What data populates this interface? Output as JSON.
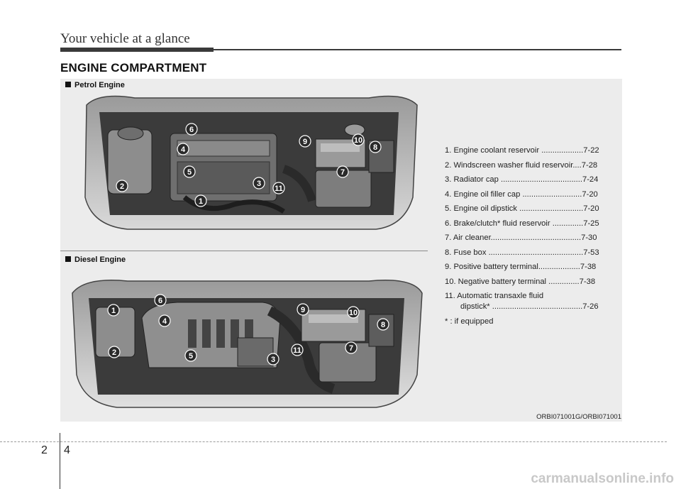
{
  "header": {
    "title": "Your vehicle at a glance"
  },
  "section": {
    "title": "ENGINE COMPARTMENT"
  },
  "petrol": {
    "label": "Petrol Engine"
  },
  "diesel": {
    "label": "Diesel Engine"
  },
  "legend": {
    "items": [
      "1. Engine coolant reservoir ...................7-22",
      "2. Windscreen washer fluid reservoir....7-28",
      "3. Radiator cap .....................................7-24",
      "4. Engine oil filler cap ...........................7-20",
      "5. Engine oil dipstick .............................7-20",
      "6. Brake/clutch* fluid reservoir ..............7-25",
      "7. Air cleaner.........................................7-30",
      "8. Fuse box ...........................................7-53",
      "9. Positive battery terminal...................7-38",
      "10. Negative battery terminal ..............7-38"
    ],
    "item11_line1": "11. Automatic transaxle fluid",
    "item11_line2": "dipstick* .........................................7-26",
    "note": "* : if equipped"
  },
  "image_code": "ORBI071001G/ORBI071001",
  "page": {
    "chapter": "2",
    "number": "4"
  },
  "watermark": "carmanualsonline.info",
  "callouts": {
    "n1": "1",
    "n2": "2",
    "n3": "3",
    "n4": "4",
    "n5": "5",
    "n6": "6",
    "n7": "7",
    "n8": "8",
    "n9": "9",
    "n10": "10",
    "n11": "11"
  }
}
